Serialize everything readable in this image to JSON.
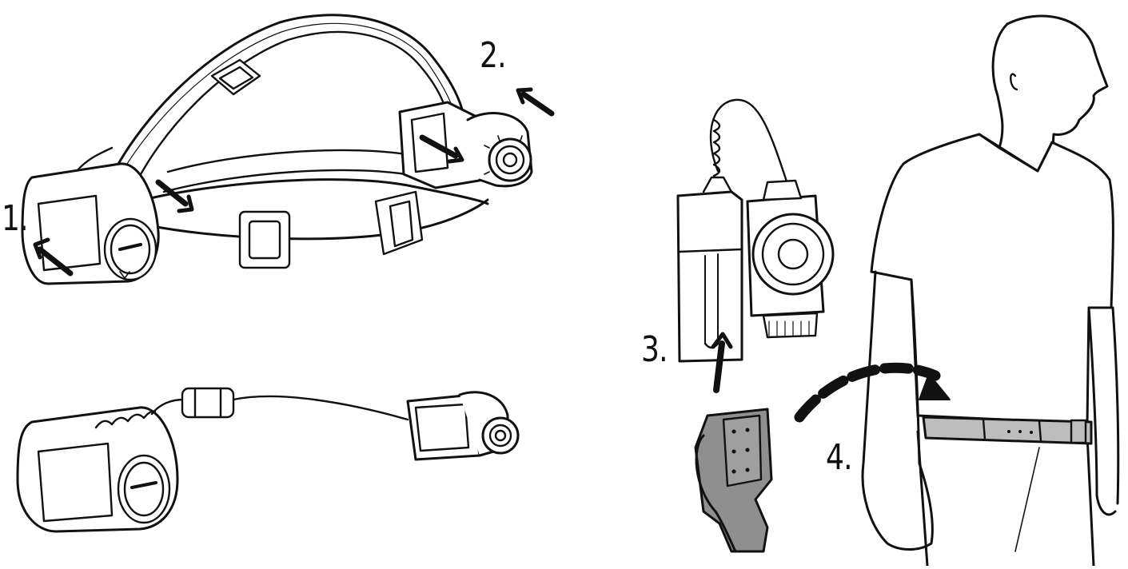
{
  "steps": [
    {
      "id": "step-1",
      "label": "1."
    },
    {
      "id": "step-2",
      "label": "2."
    },
    {
      "id": "step-3",
      "label": "3."
    },
    {
      "id": "step-4",
      "label": "4."
    }
  ],
  "colors": {
    "line": "#111111",
    "paper": "#ffffff",
    "clip_gray": "#8f8f8f",
    "belt_gray": "#bdbdbd",
    "arrow": "#111111"
  }
}
